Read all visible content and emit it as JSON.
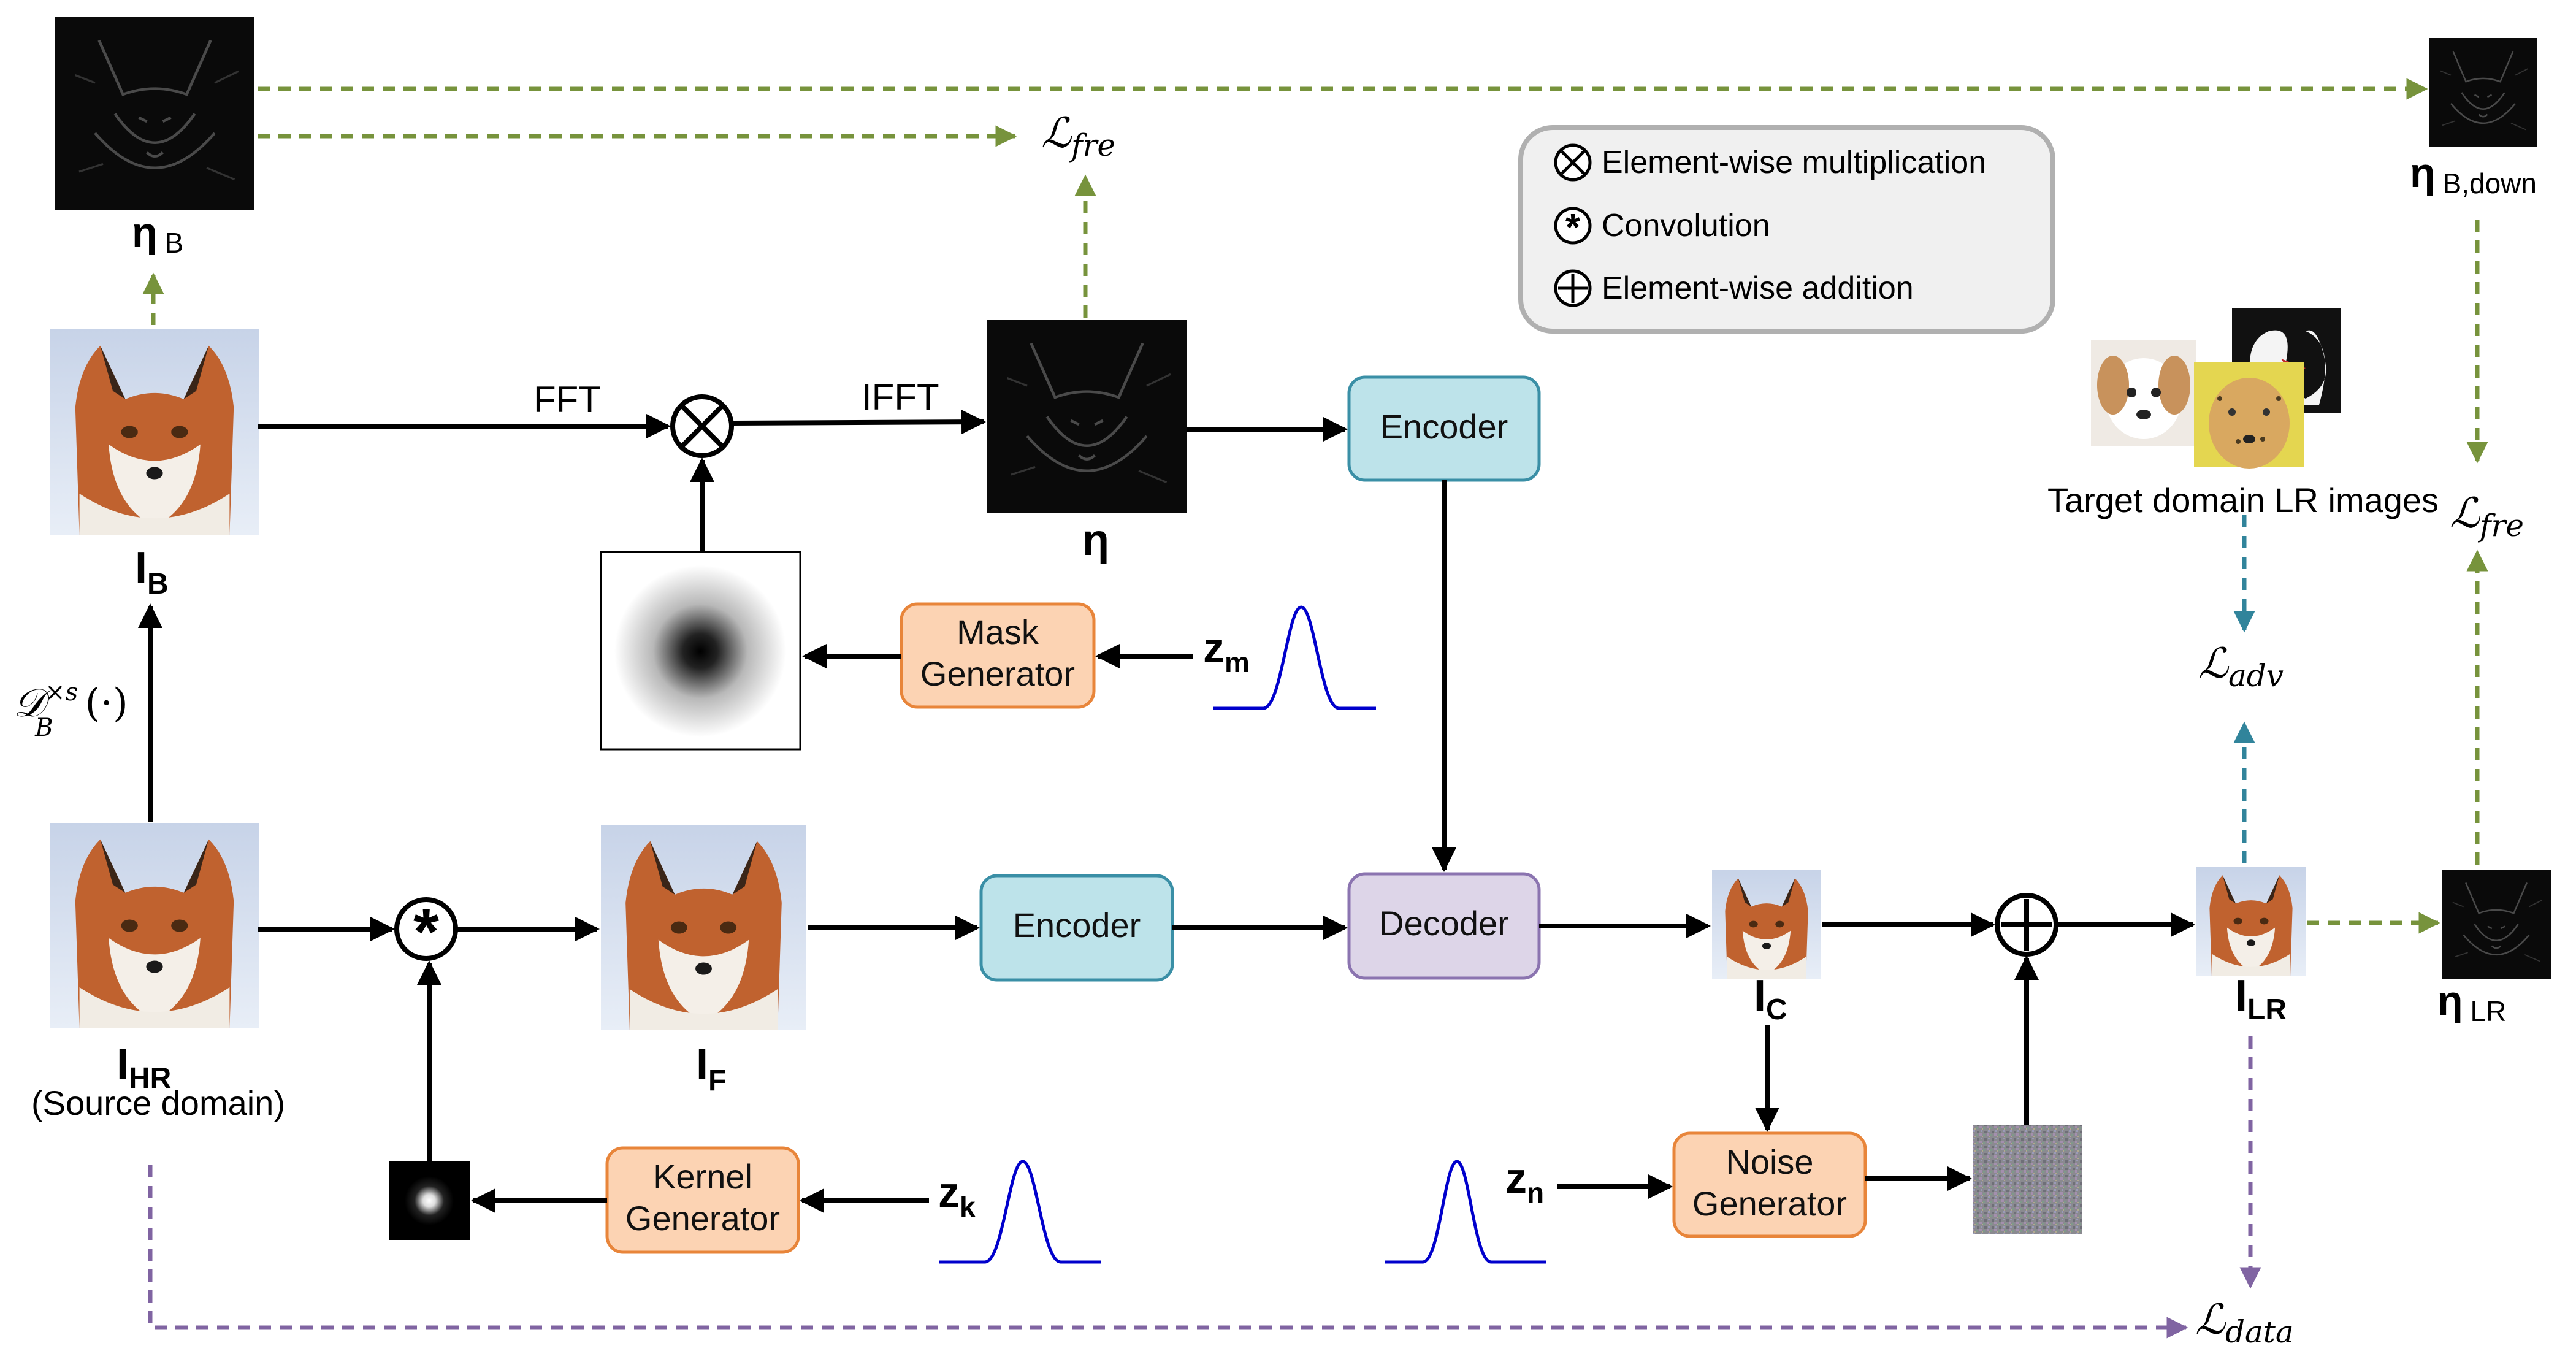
{
  "nodes": {
    "encoder_top": "Encoder",
    "encoder_bottom": "Encoder",
    "decoder": "Decoder",
    "mask_generator": [
      "Mask",
      "Generator"
    ],
    "kernel_generator": [
      "Kernel",
      "Generator"
    ],
    "noise_generator": [
      "Noise",
      "Generator"
    ]
  },
  "edges": {
    "fft": "FFT",
    "ifft": "IFFT"
  },
  "labels": {
    "eta_b_main": "η",
    "eta_b_sub": "B",
    "i_b_main": "I",
    "i_b_sub": "B",
    "eta_main": "η",
    "eta_b_down_main": "η",
    "eta_b_down_sub": "B,down",
    "i_hr_main": "I",
    "i_hr_sub": "HR",
    "source_domain": "(Source domain)",
    "i_f_main": "I",
    "i_f_sub": "F",
    "i_c_main": "I",
    "i_c_sub": "C",
    "i_lr_main": "I",
    "i_lr_sub": "LR",
    "eta_lr_main": "η",
    "eta_lr_sub": "LR",
    "z_m_main": "z",
    "z_m_sub": "m",
    "z_k_main": "z",
    "z_k_sub": "k",
    "z_n_main": "z",
    "z_n_sub": "n",
    "target_domain": "Target domain LR images",
    "downsample_main": "𝒟",
    "downsample_sup": "×s",
    "downsample_sub": "B",
    "downsample_arg": "(·)"
  },
  "losses": {
    "fre_symbol": "ℒ",
    "fre_sub": "fre",
    "adv_symbol": "ℒ",
    "adv_sub": "adv",
    "data_symbol": "ℒ",
    "data_sub": "data"
  },
  "legend": {
    "items": [
      {
        "symbol": "⊗",
        "label": "Element-wise multiplication"
      },
      {
        "symbol": "⊛",
        "label": "Convolution"
      },
      {
        "symbol": "⊕",
        "label": "Element-wise addition"
      }
    ]
  },
  "colors": {
    "encoder_fill": "#bde3ea",
    "encoder_stroke": "#3a8fa6",
    "decoder_fill": "#ddd5e8",
    "decoder_stroke": "#8b74b0",
    "generator_fill": "#fcd3b3",
    "generator_stroke": "#e8853a",
    "green_arrow": "#77933c",
    "teal_arrow": "#31849b",
    "purple_arrow": "#8064a2",
    "gaussian_curve": "#0000cc",
    "legend_fill": "#f0f0f0",
    "legend_stroke": "#b0b0b0"
  },
  "icons": [
    "multiply-icon",
    "convolution-icon",
    "add-icon",
    "fox-image",
    "frequency-map-image",
    "gaussian-mask-image",
    "blur-kernel-image",
    "noise-image",
    "puppy-image",
    "cheetah-image",
    "swan-image"
  ]
}
